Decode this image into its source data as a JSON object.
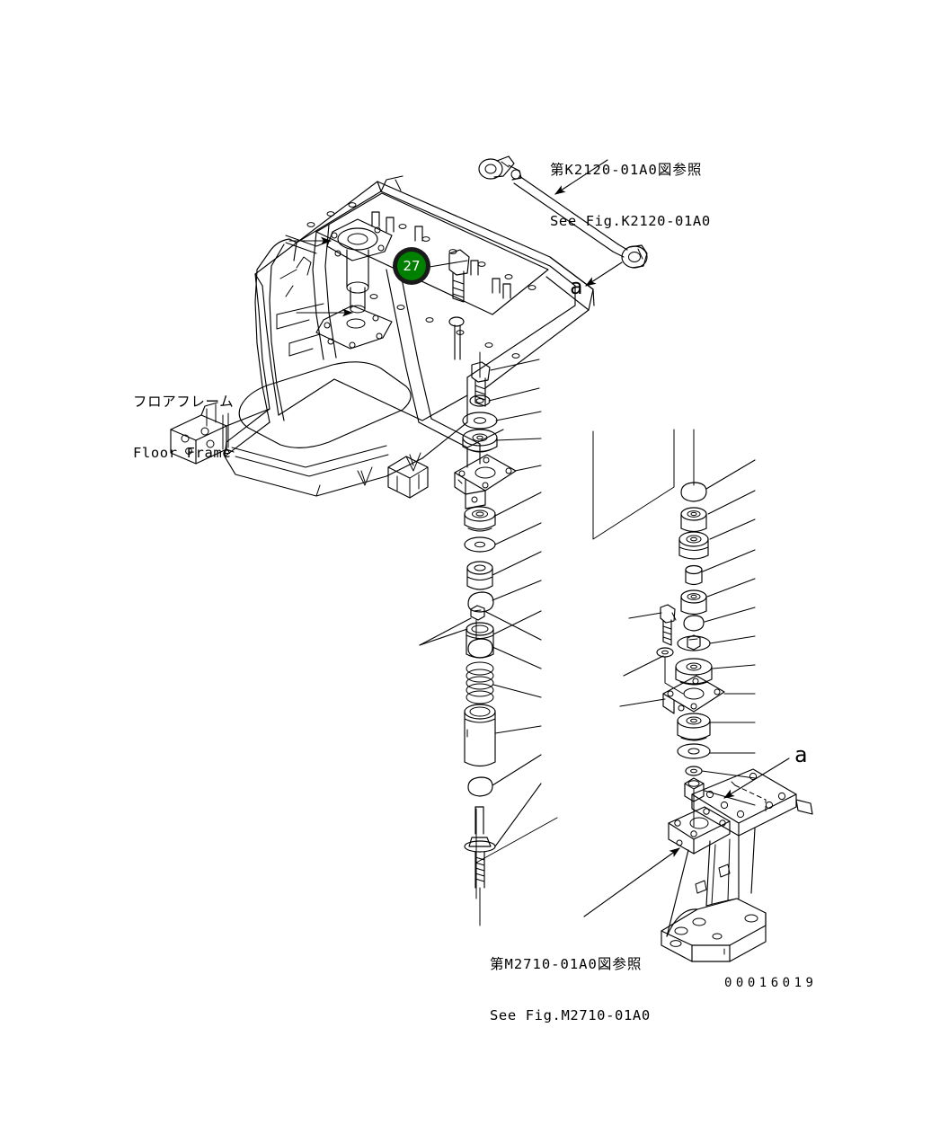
{
  "diagram": {
    "kind": "exploded-parts-diagram",
    "drawing_number": "00016019",
    "background_color": "#ffffff",
    "line_color": "#000000"
  },
  "labels": {
    "floor_frame": {
      "jp": "フロアフレーム",
      "en": "Floor Frame"
    },
    "ref_top": {
      "jp": "第K2120-01A0図参照",
      "en": "See Fig.K2120-01A0"
    },
    "ref_bottom": {
      "jp": "第M2710-01A0図参照",
      "en": "See Fig.M2710-01A0"
    },
    "section_a_top": "a",
    "section_a_bottom": "a"
  },
  "callouts": [
    {
      "number": "27",
      "fill_color": "#008000",
      "ring_color": "#1a1a1a",
      "text_color": "#ffffff"
    }
  ]
}
